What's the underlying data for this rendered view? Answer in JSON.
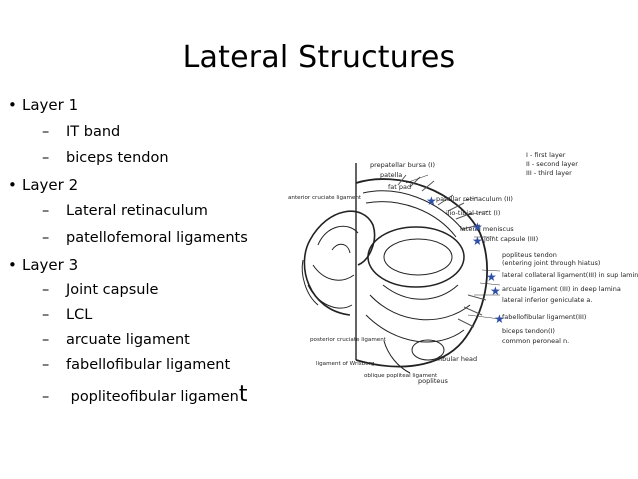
{
  "slide": {
    "title": "Lateral Structures",
    "bullet_glyph": "•",
    "dash_glyph": "–",
    "layers": [
      {
        "label": "Layer 1",
        "items": [
          "IT band",
          "biceps tendon"
        ]
      },
      {
        "label": "Layer 2",
        "items": [
          "Lateral retinaculum",
          "patellofemoral ligaments"
        ]
      },
      {
        "label": "Layer 3",
        "items": [
          "Joint capsule",
          "LCL",
          "arcuate ligament",
          "fabellofibular ligament"
        ]
      }
    ],
    "last_item_main": "popliteofibular ligamen",
    "last_item_tail": "t"
  },
  "figure": {
    "star_color": "#2e4fa8",
    "legend": [
      "I - first layer",
      "II - second layer",
      "III - third layer"
    ],
    "labels_top": [
      "prepatellar bursa (I)",
      "patella",
      "fat pad"
    ],
    "labels_right": [
      "patellar retinaculum (II)",
      "ilio-tibial tract (I)",
      "lateral meniscus",
      "joint capsule (III)",
      "popliteus tendon",
      "(entering joint through hiatus)",
      "lateral collateral ligament(III) in sup lamina",
      "arcuate ligament (III) in deep lamina",
      "lateral inferior geniculate a.",
      "fabellofibular ligament(III)",
      "biceps tendon(I)",
      "common peroneal n."
    ],
    "labels_left": [
      "anterior cruciate ligament",
      "posterior cruciate ligament",
      "ligament of Wrisberg",
      "oblique popliteal ligament",
      "popliteus",
      "fibular head"
    ]
  }
}
